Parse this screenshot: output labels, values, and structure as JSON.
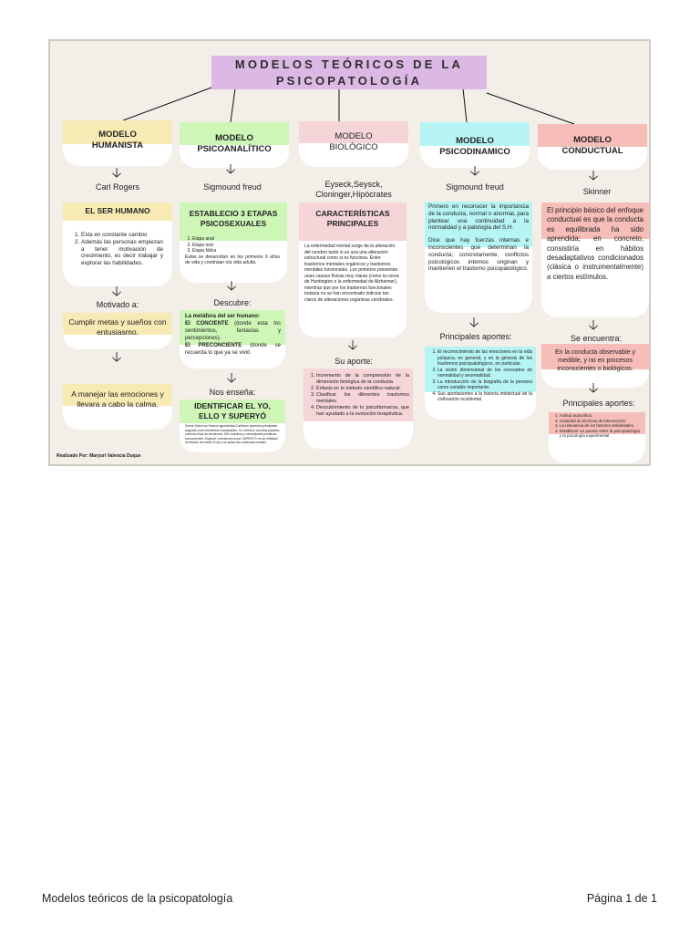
{
  "title": {
    "line1": "MODELOS TEÓRICOS DE LA",
    "line2": "PSICOPATOLOGÍA"
  },
  "colors": {
    "humanista": "#f8eab4",
    "psicoanalitico": "#cdf6b7",
    "biologico": "#f5d5d8",
    "psicodinamico": "#b7f4f4",
    "conductual": "#f6bdb9",
    "title": "#dcb8e5"
  },
  "models": [
    {
      "name_l1": "MODELO",
      "name_l2": "HUMANISTA",
      "author": "Carl Rogers"
    },
    {
      "name_l1": "MODELO",
      "name_l2": "PSICOANALÍTICO",
      "author": "Sigmound freud"
    },
    {
      "name_l1": "MODELO",
      "name_l2": "BIOLÓGICO",
      "author_l1": "Eyseck,Seysck,",
      "author_l2": "Cloninger,Hipócrates"
    },
    {
      "name_l1": "MODELO",
      "name_l2": "PSICODINAMICO",
      "author": "Sigmound freud"
    },
    {
      "name_l1": "MODELO",
      "name_l2": "CONDUCTUAL",
      "author": "Skinner"
    }
  ],
  "humanista": {
    "card1_title": "EL SER HUMANO",
    "card1_items": [
      "Esta en constante cambio",
      "Además las personas empiezan a tener motivación de crecimiento, es decir trabajar y explorar las habilidades."
    ],
    "label_motivado": "Motivado a:",
    "card2": "Cumplir metas y sueños con entusiasmo.",
    "card3_l1": "A manejar las emociones y",
    "card3_l2": "llevara a cabo la calma."
  },
  "psicoanalitico": {
    "card1_title": "ESTABLECIO 3 ETAPAS PSICOSEXUALES",
    "card1_items": [
      "Etapa anal",
      "Etapa oral",
      "Etapa fálica"
    ],
    "card1_text": "Estas se desarrollan en los primeros 6 años de vida y continúan n/a vida adulta.",
    "label_descubre": "Descubre:",
    "card2_title": "La metáfora del ser humano:",
    "card2_b1": "EI CONCIENTE",
    "card2_t1": "(donde esta los sentimientos, fantasías y percepciones).",
    "card2_b2": "EI PRECONCIENTE",
    "card2_t2": "(donde se recuerda lo que ya se vivió",
    "label_ensena": "Nos enseña:",
    "card3_title": "IDENTIFICAR EL YO, ELLO Y SUPERYÓ",
    "card3_text": "Donde Sobre los Hechos agresividad Conflictos represión principales angustia como elementos inaceptables. Yo: reflexión coordina planifica controla inicia de decisiones. Ello: impulsos y necesidades primitivas inconscientes. Superyó: conciencia moral. SUPERYÓ: es su reflejado la relación de madre e hijo y se aplica las conductas morales."
  },
  "biologico": {
    "card1_title": "CARACTERÍSTICAS PRINCIPALES",
    "card1_text": "La enfermedad mental surge de la alteración del cerebro tanto si es una una alteración estructural como si es funciona. Entre trastornos mentales orgánicos y trastornos mentales funcionales. Los primeros presentan unas causas físicas muy claras (como la corea de Huntington o la enfermedad de Alzheimer), mientras que por los trastornos funcionales todavía no se han encontrado indicios tan claros de alteraciones orgánicas cerebrales.",
    "label_aporte": "Su aporte:",
    "card2_items": [
      "Incremento de la comprensión de la dimensión biológica de la conducta.",
      "Énfasis en le método científico-natural.",
      "Clasificar los diferentes trastornos mentales.",
      "Descubrimiento de lo psicofármacos, que han ayudado a la evolución terapéutica."
    ]
  },
  "psicodinamico": {
    "card1_text1": "Primero en reconocer la importancia de la conducta, normal o anormal, para plantear una continuidad a la normalidad y a patología del S.H.",
    "card1_text2": "Dice que hay fuerzas internas e inconscientes que determinan la conducta; concretamente, conflictos psicológicos internos originan y mantienen el trastorno psicopatológico.",
    "label_aportes": "Principales aportes:",
    "card2_items": [
      "El reconocimiento de las emociones en la vida psíquica, en general, y en la génesis de los trastornos psicopatológicos, en particular.",
      "La visión dimensional de los conceptos de normalidad y anormalidad.",
      "La introducción de la biografía de la persona como variable importante.",
      "Sus aportaciones a la historia intelectual de la civilización occidental."
    ]
  },
  "conductual": {
    "card1_text": "El principio básico del enfoque conductual es que la conducta es equilibrada ha sido aprendida; en concreto, consistiría en hábitos desadaptativos condicionados (clásica o instrumentalmente) a ciertos estímulos.",
    "label_encuentra": "Se encuentra:",
    "card2_text": "En la conducta observable y medible, y no en procesos inconscientes o biológicos.",
    "label_aportes": "Principales aportes:",
    "card3_items": [
      "Actitud autocrítica.",
      "Cantidad de técnicas de intervención.",
      "La relevancia de los factores ambientales.",
      "Establecer un puente entre la psicopatología y la psicología experimental"
    ]
  },
  "credit": "Realizado Por: Maryuri Valencia Duque",
  "footer": {
    "left": "Modelos teóricos de la psicopatología",
    "right": "Página 1 de 1"
  }
}
